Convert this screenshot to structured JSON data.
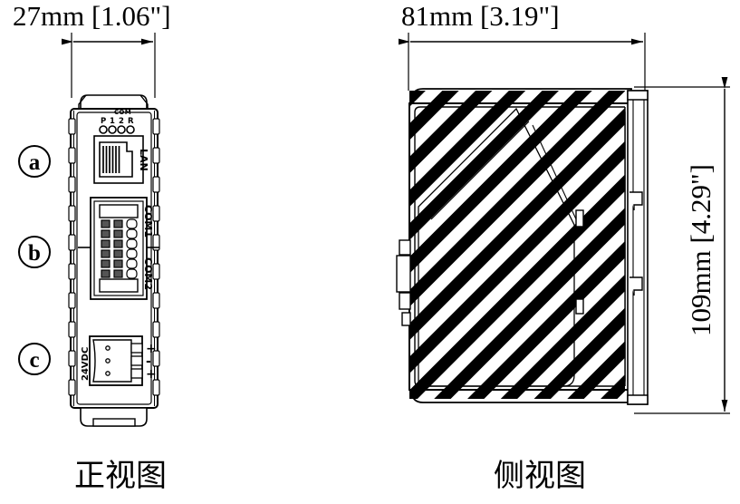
{
  "drawing": {
    "title_front": "正视图",
    "title_side": "侧视图",
    "dimensions": {
      "width": "27mm [1.06\"]",
      "depth": "81mm [3.19\"]",
      "height": "109mm [4.29\"]"
    },
    "callouts": [
      {
        "id": "a",
        "label": "a"
      },
      {
        "id": "b",
        "label": "b"
      },
      {
        "id": "c",
        "label": "c"
      }
    ],
    "front_view": {
      "led_group_label": "COM",
      "led_labels": [
        "P",
        "1",
        "2",
        "R"
      ],
      "ports": [
        {
          "name": "lan-port",
          "label": "LAN"
        },
        {
          "name": "com1-terminal",
          "label": "COM1"
        },
        {
          "name": "com2-terminal",
          "label": "COM2"
        },
        {
          "name": "power-terminal",
          "label": "24VDC"
        }
      ],
      "power_terminal_marks": [
        "+",
        "-",
        "+"
      ]
    },
    "side_view": {
      "hatch_pattern": "diagonal-stripes",
      "mount": "din-rail-bracket"
    }
  },
  "style": {
    "line_color": "#000000",
    "fill_color": "#ffffff",
    "background": "#ffffff"
  }
}
